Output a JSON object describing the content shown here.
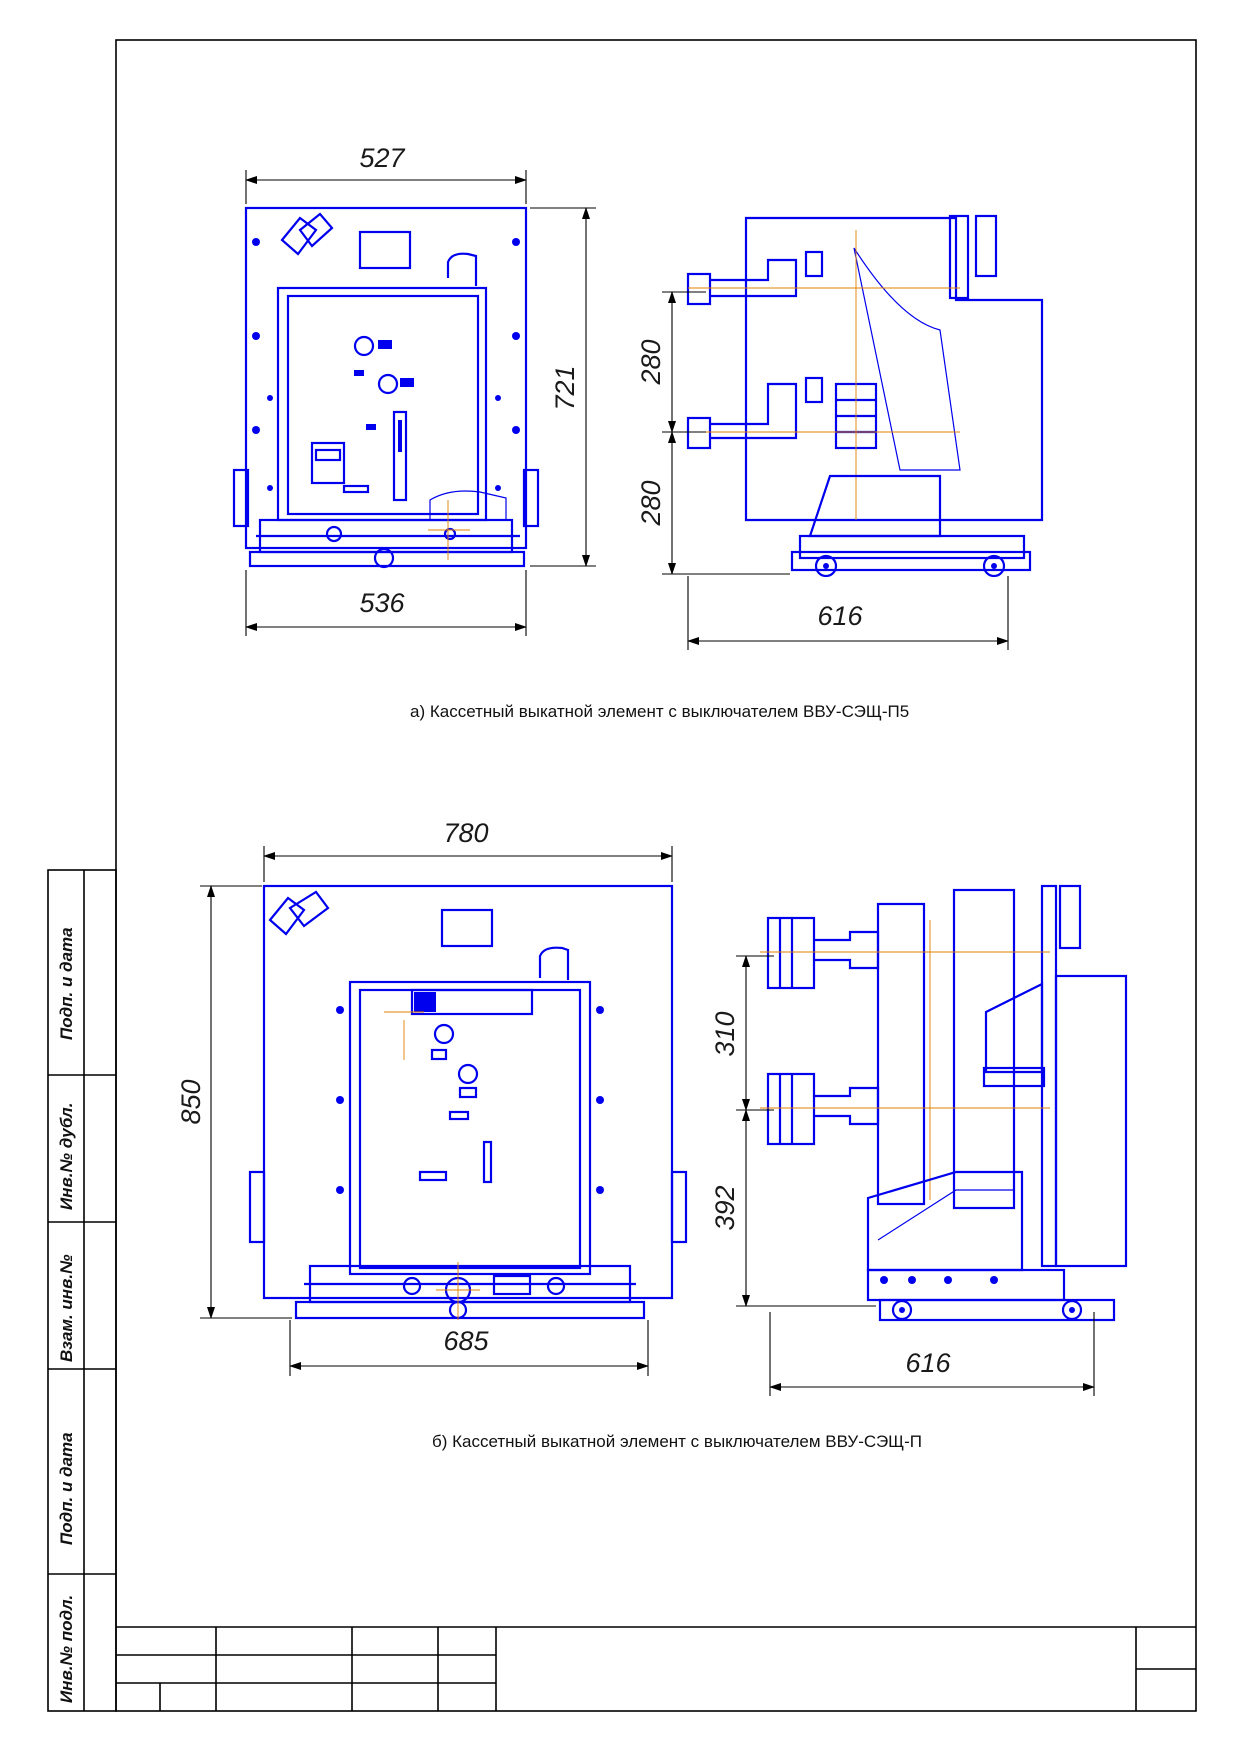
{
  "drawing_a": {
    "front": {
      "width_top": "527",
      "width_bottom": "536",
      "height": "721"
    },
    "side": {
      "spacing_upper": "280",
      "spacing_lower": "280",
      "depth": "616"
    },
    "caption": "а) Кассетный выкатной элемент с выключателем ВВУ-СЭЩ-П5"
  },
  "drawing_b": {
    "front": {
      "width_top": "780",
      "width_bottom": "685",
      "height": "850"
    },
    "side": {
      "spacing_upper": "310",
      "spacing_lower": "392",
      "depth": "616"
    },
    "caption": "б) Кассетный выкатной элемент с выключателем ВВУ-СЭЩ-П"
  },
  "side_stamp": {
    "labels": [
      "Подп. и дата",
      "Инв.№ дубл.",
      "Взам. инв.№",
      "Подп. и дата",
      "Инв.№ подл."
    ]
  },
  "colors": {
    "drawing": "#0000ee",
    "frame": "#000000",
    "axis": "#e08000"
  }
}
